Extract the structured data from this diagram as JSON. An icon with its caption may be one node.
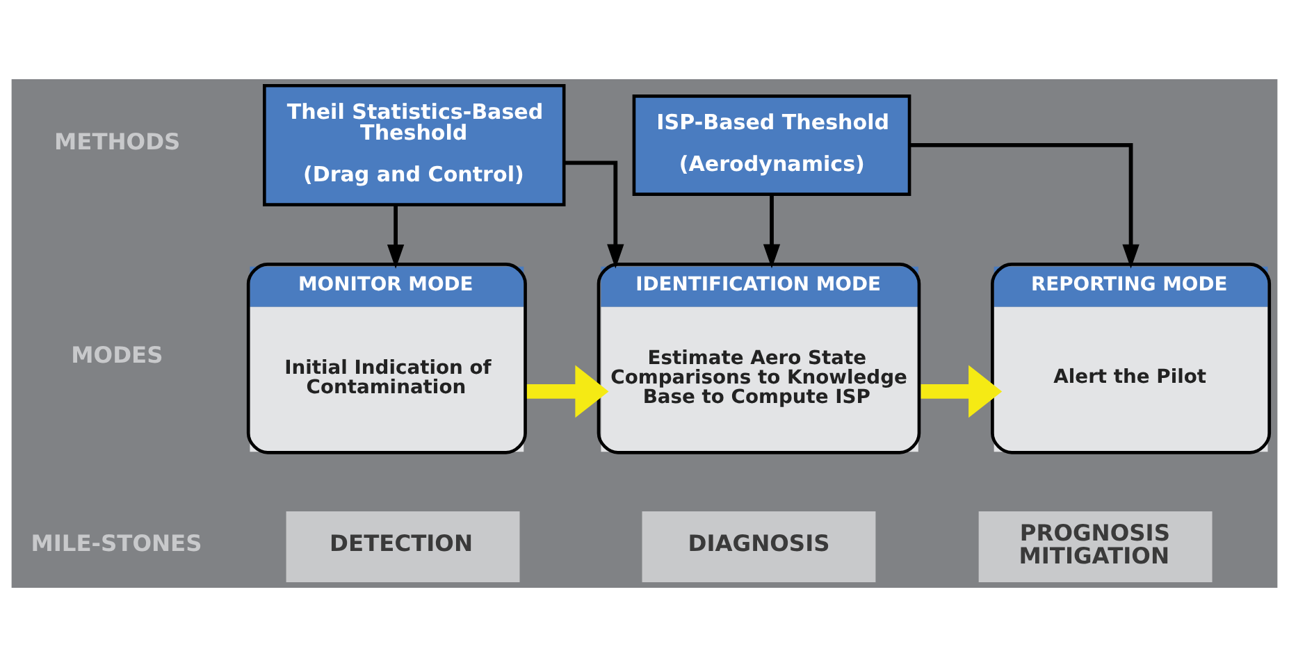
{
  "diagram": {
    "nodes": [
      {
        "text": [
          "Theil Statistics-Based Theshold",
          "(Drag and Control)"
        ]
      },
      {
        "text": [
          "ISP-Based Theshold",
          "(Aerodynamics)"
        ]
      },
      {
        "text": [
          "MONITOR MODE",
          "Initial Indication of Contamination"
        ]
      },
      {
        "text": [
          "IDENTIFICATION MODE",
          "Estimate Aero State Comparisons to Knowledge Base to Compute ISP"
        ]
      },
      {
        "text": [
          "REPORTING MODE",
          "Alert the Pilot"
        ]
      },
      {
        "text": [
          "DETECTION"
        ]
      },
      {
        "text": [
          "DIAGNOSIS"
        ]
      },
      {
        "text": [
          "PROGNOSIS MITIGATION"
        ]
      }
    ],
    "edges": [
      {
        "from": 0,
        "to": 2,
        "arrow": "to"
      },
      {
        "from": 0,
        "to": 3,
        "arrow": "to"
      },
      {
        "from": 1,
        "to": 3,
        "arrow": "to"
      },
      {
        "from": 1,
        "to": 4,
        "arrow": "to"
      },
      {
        "from": 2,
        "to": 3,
        "arrow": "to",
        "style": "thick",
        "color": "#f5ea14"
      },
      {
        "from": 3,
        "to": 4,
        "arrow": "to",
        "style": "thick",
        "color": "#f5ea14"
      }
    ],
    "labels": [
      "METHODS",
      "MODES",
      "MILE-STONES"
    ]
  }
}
